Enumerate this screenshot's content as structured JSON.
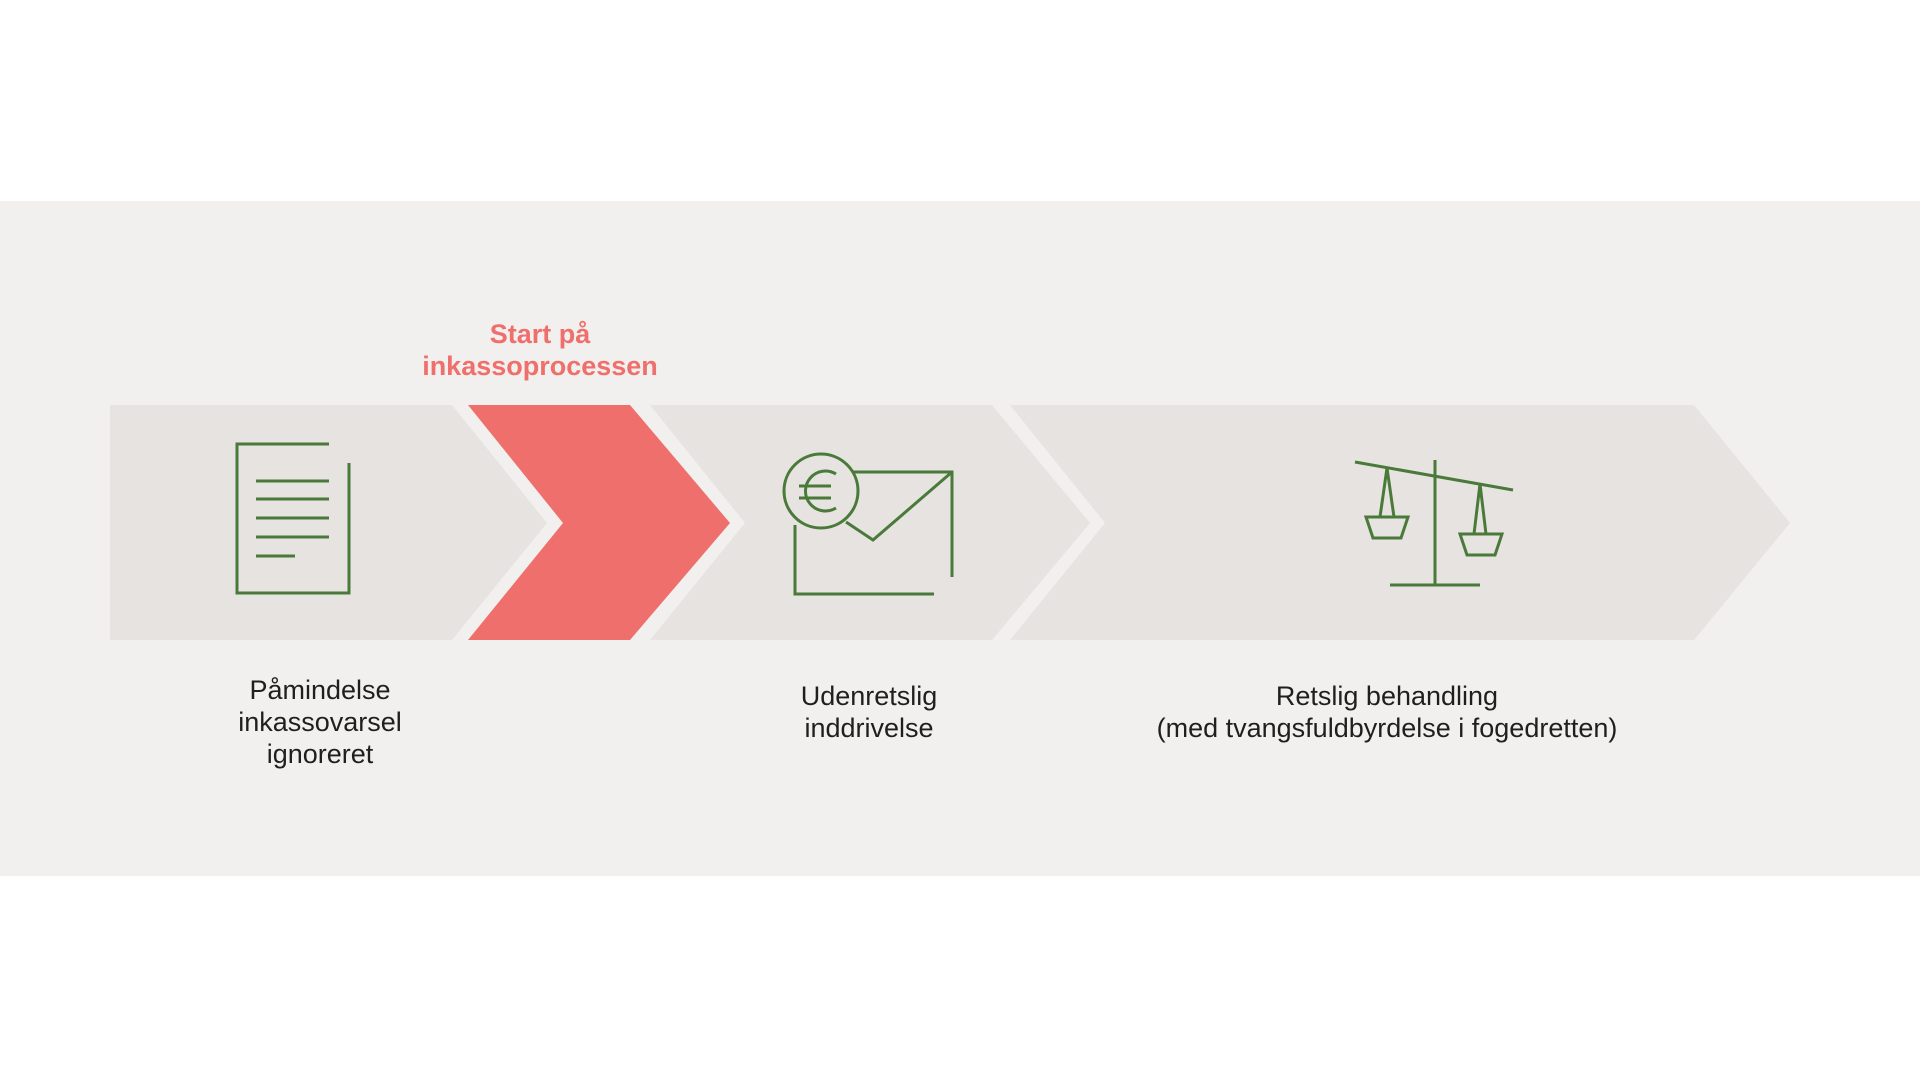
{
  "highlight": {
    "line1": "Start på",
    "line2": "inkassoprocessen",
    "color": "#ef6f6c"
  },
  "steps": [
    {
      "icon": "document-icon",
      "lines": [
        "Påmindelse",
        "inkassovarsel",
        "ignoreret"
      ]
    },
    {
      "icon": "envelope-euro-icon",
      "lines": [
        "Udenretslig",
        "inddrivelse"
      ]
    },
    {
      "icon": "scales-icon",
      "lines": [
        "Retslig behandling",
        "(med tvangsfuldbyrdelse i fogedretten)"
      ]
    }
  ],
  "colors": {
    "panel": "#f1f0ee",
    "arrow": "#e6e3e0",
    "icon": "#4a7a3a",
    "text": "#1f1f1f"
  }
}
